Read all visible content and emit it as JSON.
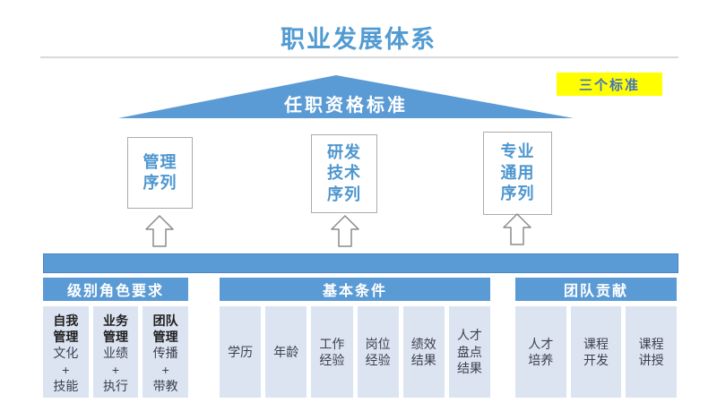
{
  "page": {
    "title": "职业发展体系"
  },
  "badge": {
    "label": "三个标准"
  },
  "roof": {
    "label": "任职资格标准"
  },
  "sequences": [
    {
      "label": "管理\n序列"
    },
    {
      "label": "研发\n技术\n序列"
    },
    {
      "label": "专业\n通用\n序列"
    }
  ],
  "sections": [
    {
      "header": "级别角色要求",
      "columns": [
        {
          "title": "自我\n管理",
          "content": "文化\n+\n技能"
        },
        {
          "title": "业务\n管理",
          "content": "业绩\n+\n执行"
        },
        {
          "title": "团队\n管理",
          "content": "传播\n+\n带教"
        }
      ]
    },
    {
      "header": "基本条件",
      "columns": [
        {
          "content": "学历"
        },
        {
          "content": "年龄"
        },
        {
          "content": "工作\n经验"
        },
        {
          "content": "岗位\n经验"
        },
        {
          "content": "绩效\n结果"
        },
        {
          "content": "人才\n盘点\n结果"
        }
      ]
    },
    {
      "header": "团队贡献",
      "columns": [
        {
          "content": "人才\n培养"
        },
        {
          "content": "课程\n开发"
        },
        {
          "content": "课程\n讲授"
        }
      ]
    }
  ],
  "colors": {
    "accent_blue": "#5B9BD5",
    "title_blue": "#529BD2",
    "badge_yellow": "#FFFF00",
    "badge_text_blue": "#4472C4",
    "column_fill": "#DCE4F2",
    "roof_text": "#FFFFFF",
    "arrow_outline": "#8C8C8C"
  }
}
